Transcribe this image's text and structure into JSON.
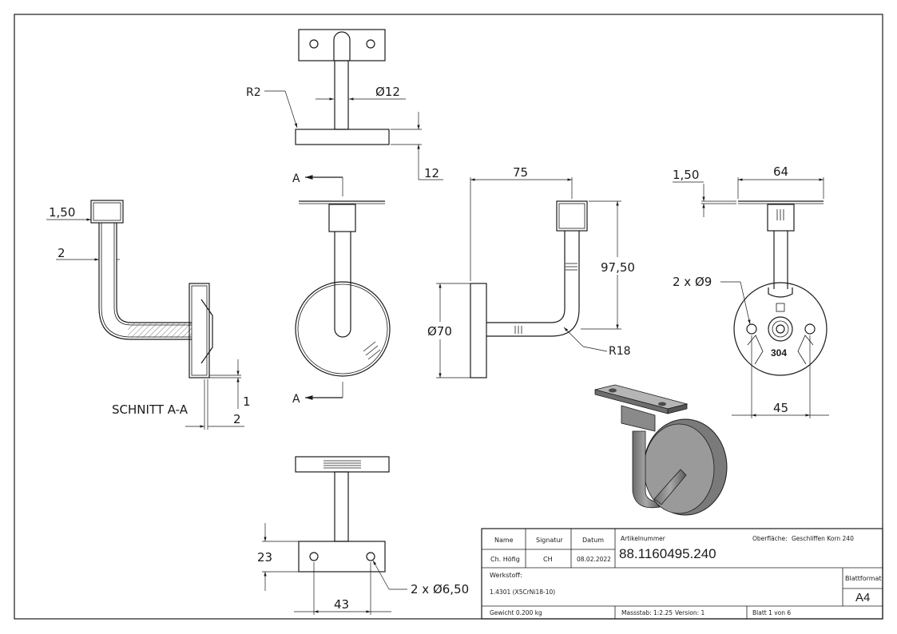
{
  "dimensions": {
    "top": {
      "r2": "R2",
      "dia12": "Ø12",
      "d12": "12"
    },
    "section": {
      "d150": "1,50",
      "d2a": "2",
      "d1": "1",
      "d2b": "2",
      "label": "SCHNITT A-A"
    },
    "front": {
      "a_top": "A",
      "a_bottom": "A"
    },
    "side": {
      "d75": "75",
      "d9750": "97,50",
      "dia70": "Ø70",
      "r18": "R18"
    },
    "right": {
      "d150": "1,50",
      "d64": "64",
      "holes": "2 x Ø9",
      "d45": "45",
      "marking": "304"
    },
    "bottom": {
      "d23": "23",
      "d43": "43",
      "holes": "2 x Ø6,50"
    }
  },
  "title_block": {
    "h_name": "Name",
    "h_signatur": "Signatur",
    "h_datum": "Datum",
    "name": "Ch. Höfig",
    "signatur": "CH",
    "datum": "08.02.2022",
    "artikel_label": "Artikelnummer",
    "artikel": "88.1160495.240",
    "oberflaeche_label": "Oberfläche:",
    "oberflaeche": "Geschliffen Korn 240",
    "werkstoff_label": "Werkstoff:",
    "werkstoff": "1.4301 (X5CrNi18-10)",
    "blattformat_label": "Blattformat",
    "blattformat": "A4",
    "gewicht": "Gewicht 0.200 kg",
    "massstab": "Massstab: 1:2.25",
    "version": "Version: 1",
    "blatt": "Blatt 1 von 6"
  }
}
